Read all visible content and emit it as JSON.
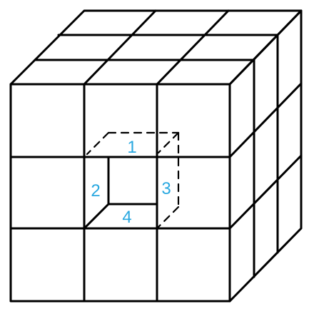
{
  "labels": [
    {
      "text": "1",
      "edge": "top"
    },
    {
      "text": "2",
      "edge": "left"
    },
    {
      "text": "3",
      "edge": "right"
    },
    {
      "text": "4",
      "edge": "bottom"
    }
  ],
  "colors": {
    "line": "#000000",
    "label": "#29a8e0",
    "background": "#ffffff"
  }
}
